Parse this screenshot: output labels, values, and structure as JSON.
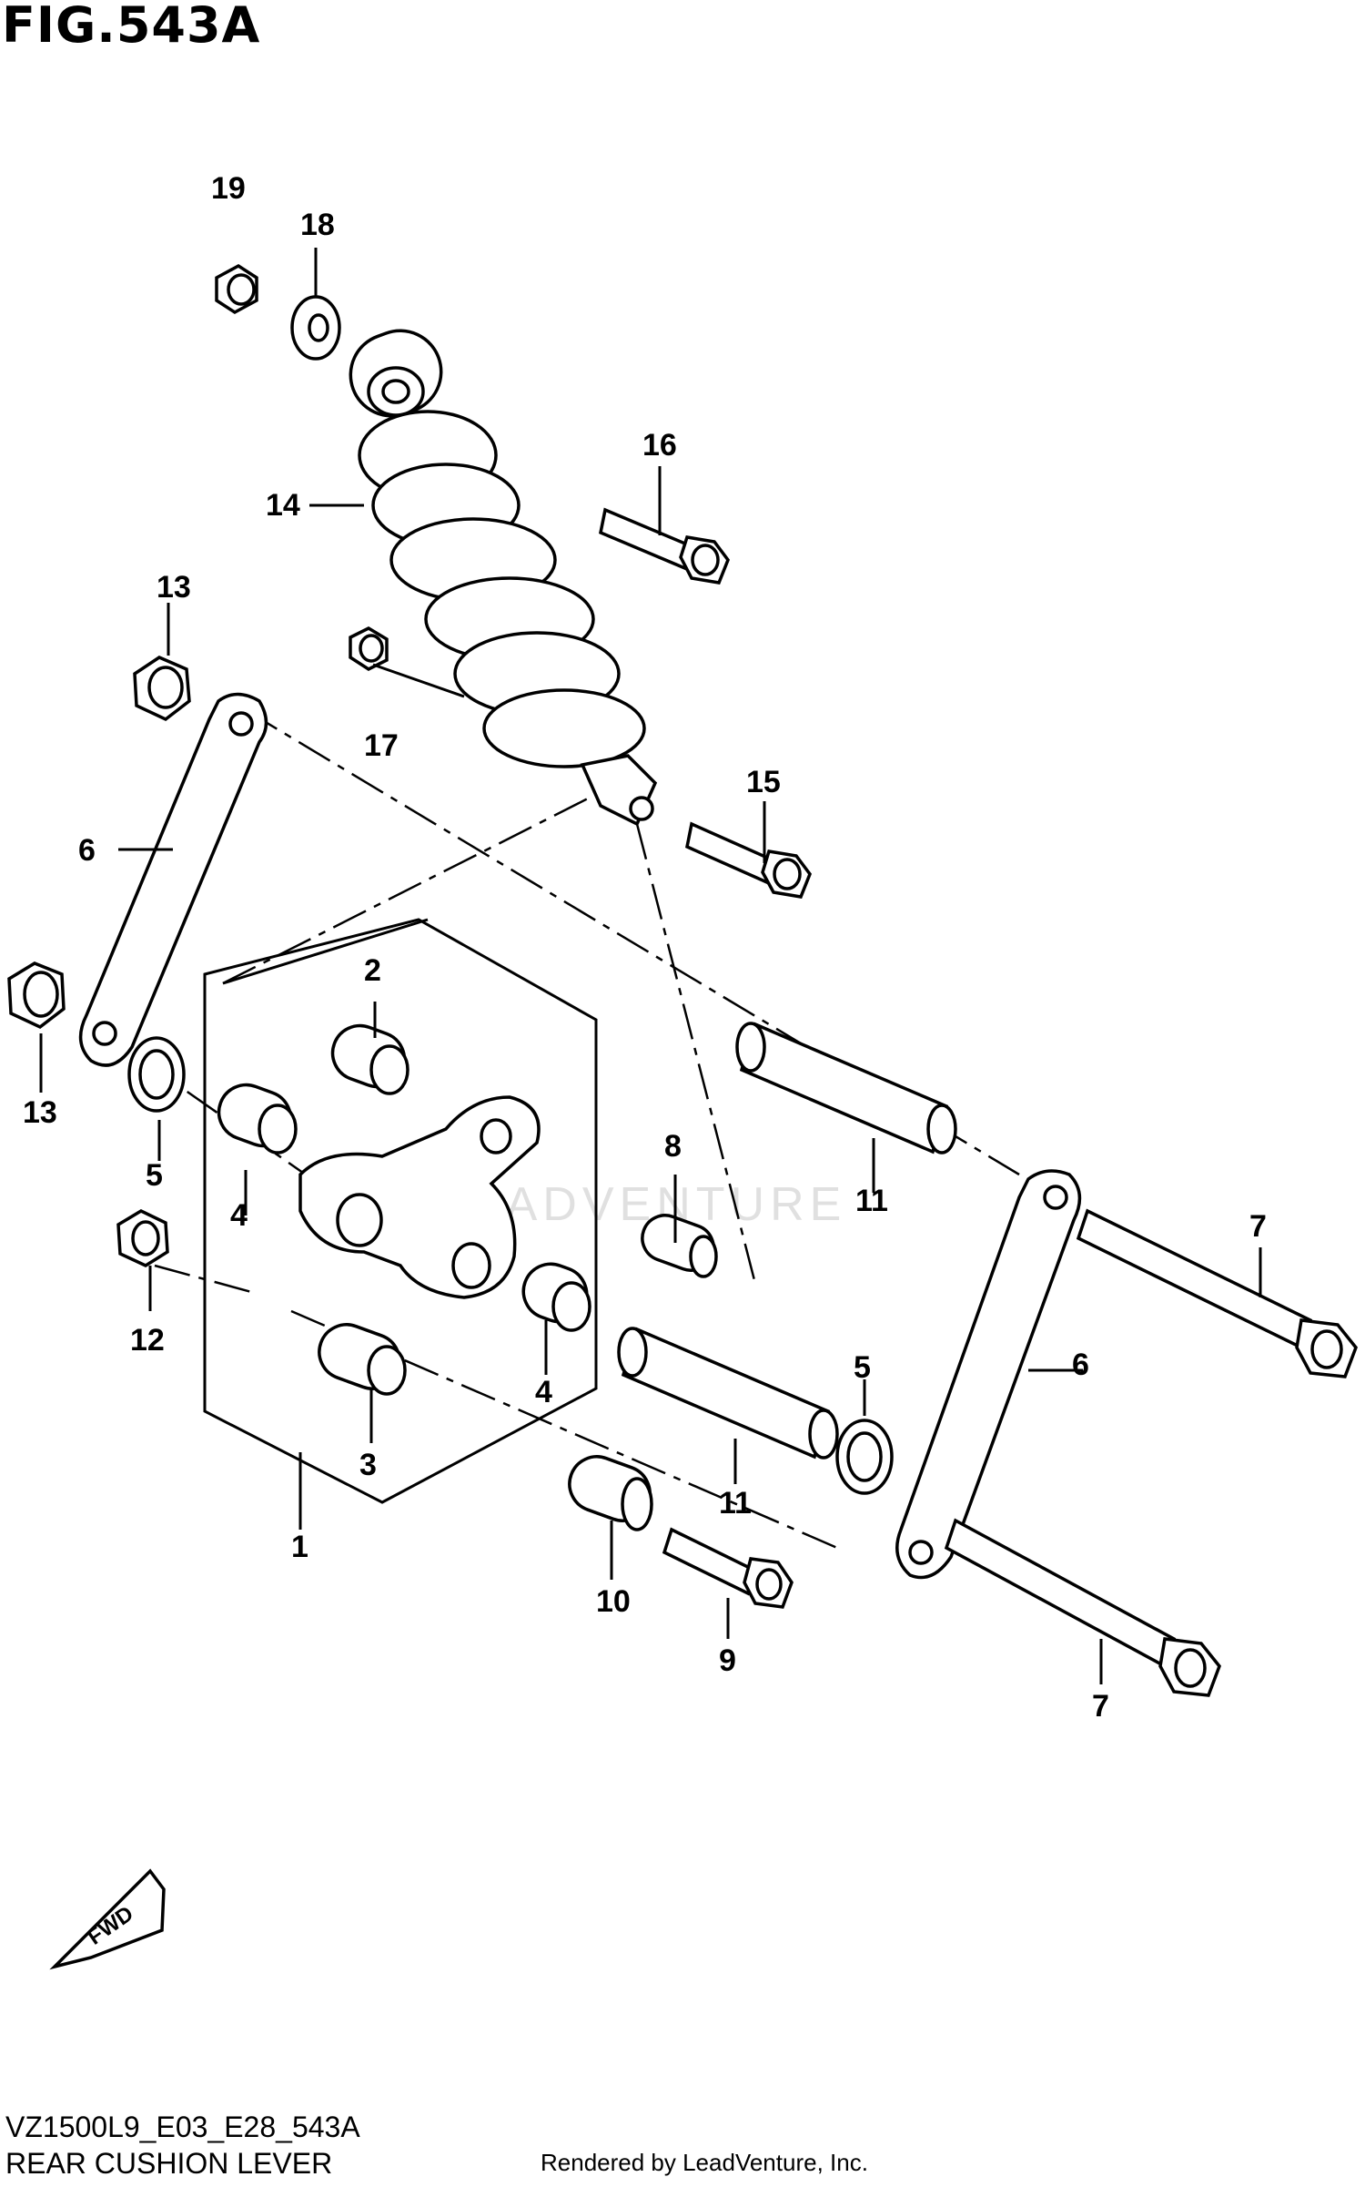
{
  "figure_title": "FIG.543A",
  "diagram_code": "VZ1500L9_E03_E28_543A",
  "caption": "REAR CUSHION LEVER",
  "credit": "Rendered by LeadVenture, Inc.",
  "watermark": "LEADVENTURE",
  "fwd_label": "FWD",
  "callouts": [
    "19",
    "18",
    "16",
    "14",
    "13",
    "17",
    "15",
    "6",
    "2",
    "13",
    "5",
    "4",
    "8",
    "11",
    "7",
    "12",
    "4",
    "6",
    "5",
    "3",
    "11",
    "1",
    "10",
    "9",
    "7"
  ]
}
